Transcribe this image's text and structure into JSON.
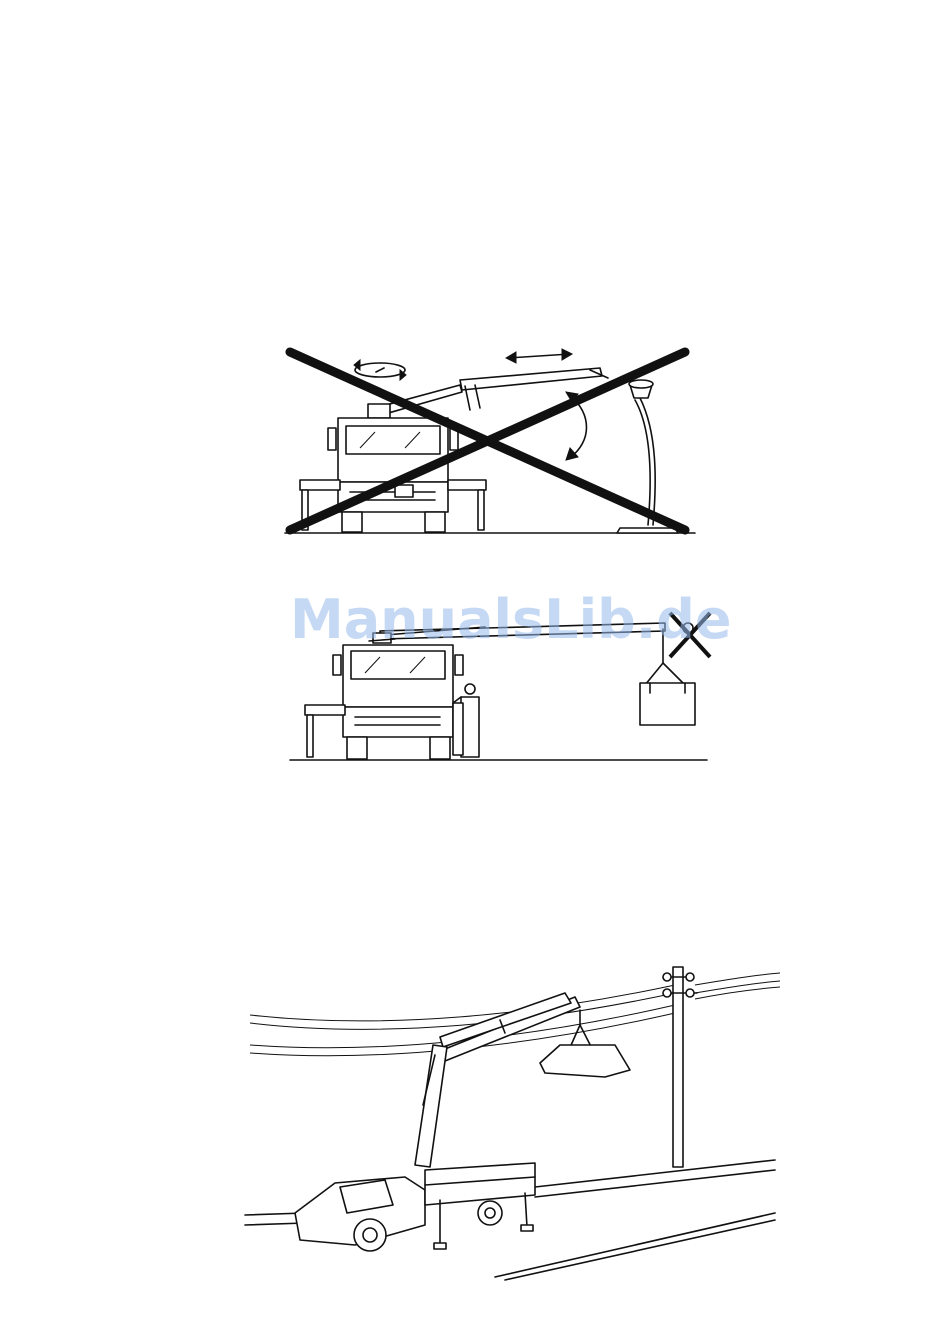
{
  "watermark": {
    "text": "ManualsLib.de",
    "color": "#96b9eb"
  },
  "figures": [
    {
      "id": "prohibited-operation-crossed-out",
      "icon": "large-x-cross"
    },
    {
      "id": "operator-under-load-prohibited",
      "icon": "small-x-cross"
    },
    {
      "id": "lifting-near-power-lines"
    }
  ]
}
